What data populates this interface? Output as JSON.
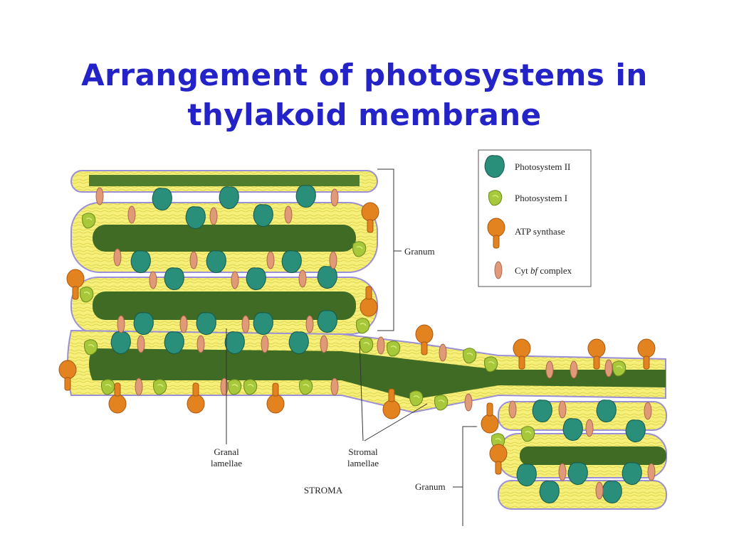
{
  "slide": {
    "title_line1": "Arrangement of photosystems in",
    "title_line2": "thylakoid membrane"
  },
  "legend": {
    "items": [
      {
        "label": "Photosystem II",
        "icon": "photosystem-ii-icon",
        "color": "#2a8f7a"
      },
      {
        "label": "Photosystem I",
        "icon": "photosystem-i-icon",
        "color": "#a6c83a"
      },
      {
        "label": "ATP synthase",
        "icon": "atp-synthase-icon",
        "color": "#e3831f"
      },
      {
        "label_pre": "Cyt ",
        "label_italic": "bf",
        "label_post": " complex",
        "icon": "cyt-bf-complex-icon",
        "color": "#e09a78"
      }
    ]
  },
  "labels": {
    "granum_top": "Granum",
    "granum_bottom": "Granum",
    "granal_lamellae_1": "Granal",
    "granal_lamellae_2": "lamellae",
    "stromal_lamellae_1": "Stromal",
    "stromal_lamellae_2": "lamellae",
    "stroma": "STROMA"
  },
  "colors": {
    "title": "#2323c8",
    "lumen": "#3f6b25",
    "membrane": "#f3ef74",
    "membrane_edge": "#9b8fd6",
    "psii": "#2a8f7a",
    "psi": "#a6c83a",
    "atp": "#e3831f",
    "cyt": "#e09a78"
  }
}
